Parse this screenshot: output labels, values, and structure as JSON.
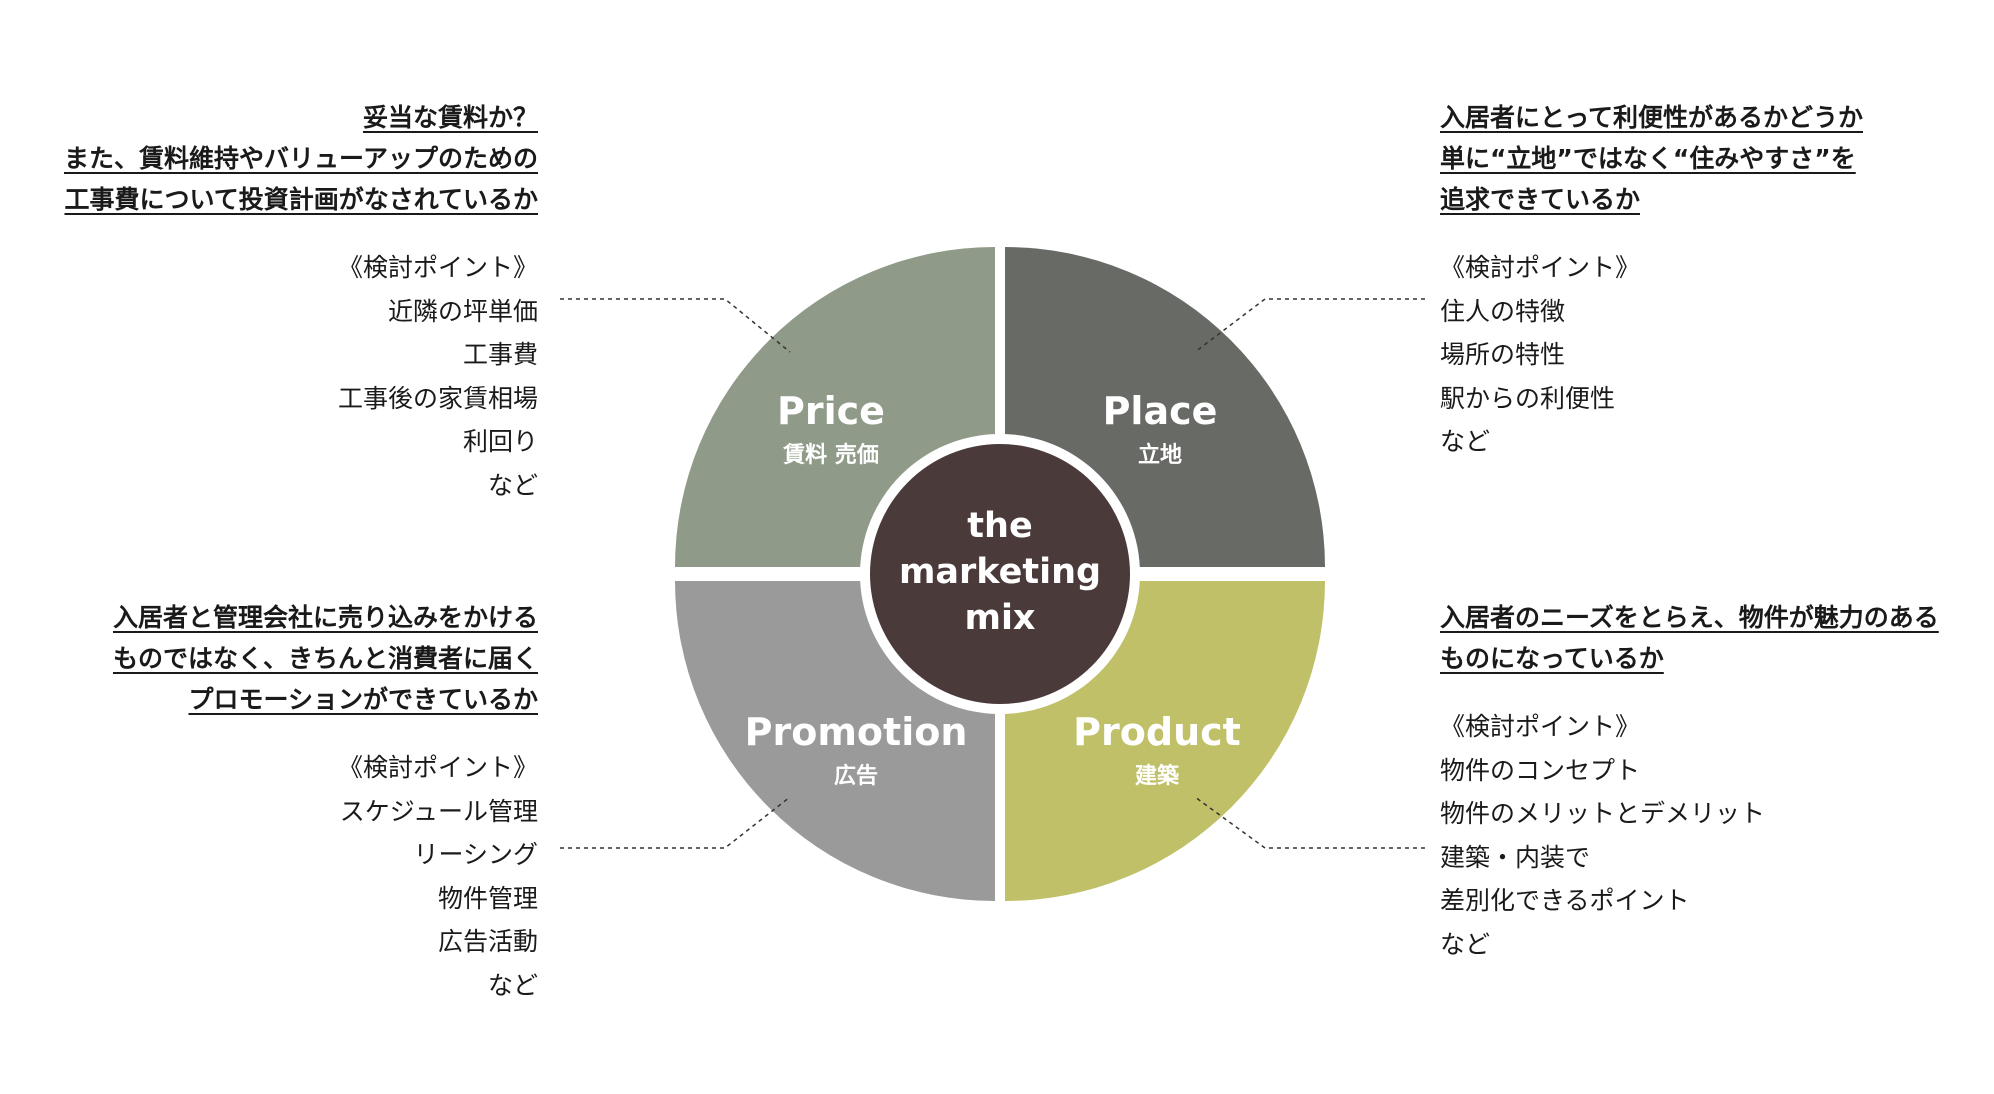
{
  "center": {
    "lines": [
      "the",
      "marketing",
      "mix"
    ],
    "color": "#4a3a3a"
  },
  "quadrants": {
    "price": {
      "title": "Price",
      "subtitle": "賃料 売価",
      "color": "#8f9a88"
    },
    "place": {
      "title": "Place",
      "subtitle": "立地",
      "color": "#686a66"
    },
    "promotion": {
      "title": "Promotion",
      "subtitle": "広告",
      "color": "#9a9a9a"
    },
    "product": {
      "title": "Product",
      "subtitle": "建築",
      "color": "#bfc068"
    }
  },
  "blocks": {
    "price": {
      "heading": [
        "妥当な賃料か？",
        "また、賃料維持やバリューアップのための",
        "工事費について投資計画がなされているか"
      ],
      "points": [
        "《検討ポイント》",
        "近隣の坪単価",
        "工事費",
        "工事後の家賃相場",
        "利回り",
        "など"
      ]
    },
    "place": {
      "heading": [
        "入居者にとって利便性があるかどうか",
        "単に“立地”ではなく“住みやすさ”を",
        "追求できているか"
      ],
      "points": [
        "《検討ポイント》",
        "住人の特徴",
        "場所の特性",
        "駅からの利便性",
        "など"
      ]
    },
    "promotion": {
      "heading": [
        "入居者と管理会社に売り込みをかける",
        "ものではなく、きちんと消費者に届く",
        "プロモーションができているか"
      ],
      "points": [
        "《検討ポイント》",
        "スケジュール管理",
        "リーシング",
        "物件管理",
        "広告活動",
        "など"
      ]
    },
    "product": {
      "heading": [
        "入居者のニーズをとらえ、物件が魅力のある",
        "ものになっているか"
      ],
      "points": [
        "《検討ポイント》",
        "物件のコンセプト",
        "物件のメリットとデメリット",
        "建築・内装で",
        "差別化できるポイント",
        "など"
      ]
    }
  }
}
